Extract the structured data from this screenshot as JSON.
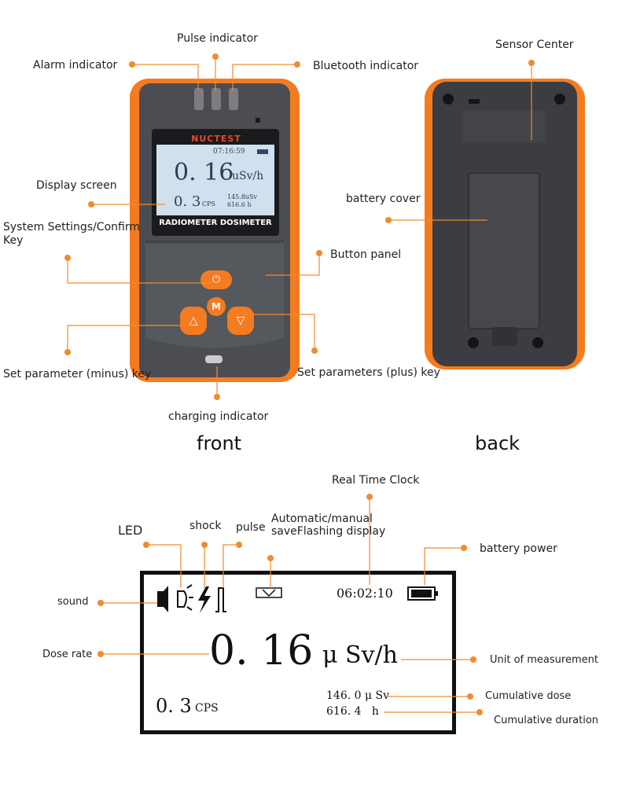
{
  "front_labels": {
    "pulse": "Pulse indicator",
    "alarm": "Alarm indicator",
    "bluetooth": "Bluetooth indicator",
    "display": "Display screen",
    "settings_line1": "System Settings/Confirm",
    "settings_line2": "Key",
    "button_panel": "Button panel",
    "minus": "Set parameter (minus) key",
    "plus": "Set parameters (plus) key",
    "charging": "charging indicator",
    "caption": "front"
  },
  "back_labels": {
    "sensor": "Sensor Center",
    "battery_cover": "battery cover",
    "caption": "back"
  },
  "device": {
    "brand": "NUCTEST",
    "model": "RADIOMETER DOSIMETER",
    "time": "07:16:59",
    "dose_rate": "0. 16",
    "unit": "uSv/h",
    "cps": "0. 3",
    "cps_unit": "CPS",
    "cumulative": "145.8uSv",
    "duration": "616.6 h",
    "power_button": "⏻",
    "mode_button": "M"
  },
  "screen_labels": {
    "rtc": "Real Time Clock",
    "led": "LED",
    "shock": "shock",
    "pulse": "pulse",
    "auto_line1": "Automatic/manual",
    "auto_line2": "saveFlashing display",
    "battery": "battery power",
    "sound": "sound",
    "dose_rate": "Dose rate",
    "unit": "Unit of measurement",
    "cumulative_dose": "Cumulative dose",
    "cumulative_duration": "Cumulative duration"
  },
  "screen": {
    "time": "06:02:10",
    "dose_rate": "0. 16",
    "unit": "μ Sv/h",
    "cps": "0. 3",
    "cps_unit": "CPS",
    "cumulative": "146. 0 μ Sv",
    "duration": "616. 4   h"
  },
  "colors": {
    "accent": "#f08c2c",
    "device_orange": "#f47b20",
    "device_gray": "#4b4d52",
    "lcd_bg": "#cfe0ee"
  }
}
